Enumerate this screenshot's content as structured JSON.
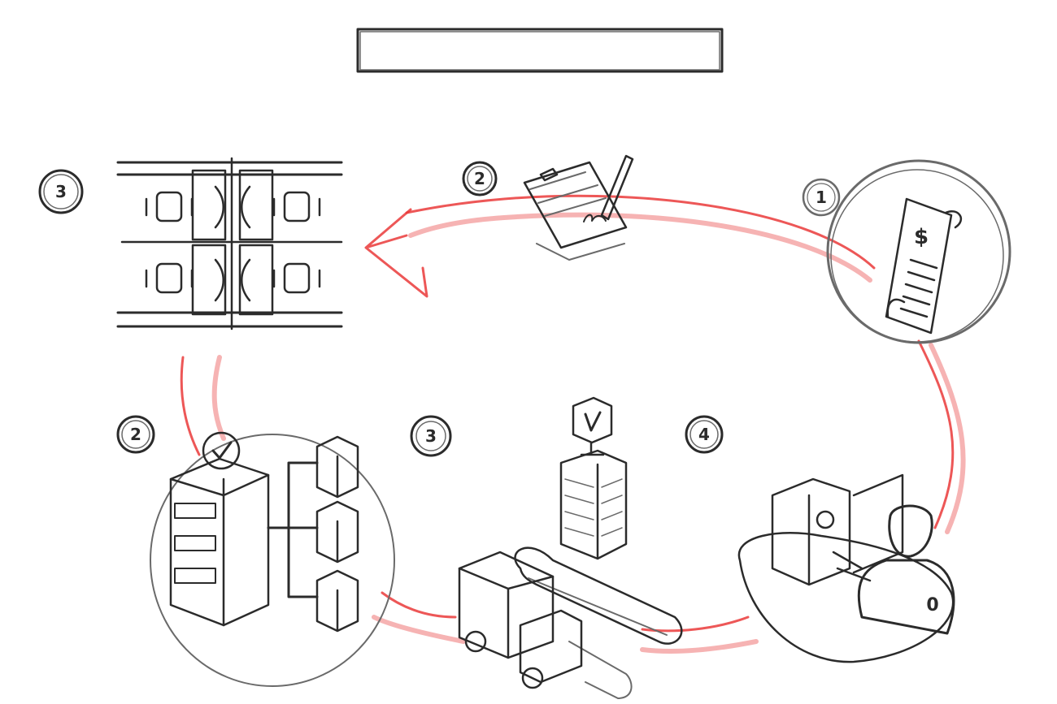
{
  "diagram": {
    "title": "",
    "steps": [
      {
        "id": "step-1",
        "number": "1",
        "icon": "invoice-scroll-icon"
      },
      {
        "id": "step-2",
        "number": "2",
        "icon": "contract-signing-icon"
      },
      {
        "id": "step-3",
        "number": "3",
        "icon": "office-workspace-icon"
      },
      {
        "id": "step-4",
        "number": "2",
        "icon": "server-network-icon"
      },
      {
        "id": "step-5",
        "number": "3",
        "icon": "logistics-truck-icon"
      },
      {
        "id": "step-6",
        "number": "4",
        "icon": "technician-workstation-icon"
      }
    ],
    "colors": {
      "pencil": "#2b2b2b",
      "arrow": "#ea3a3a"
    }
  }
}
